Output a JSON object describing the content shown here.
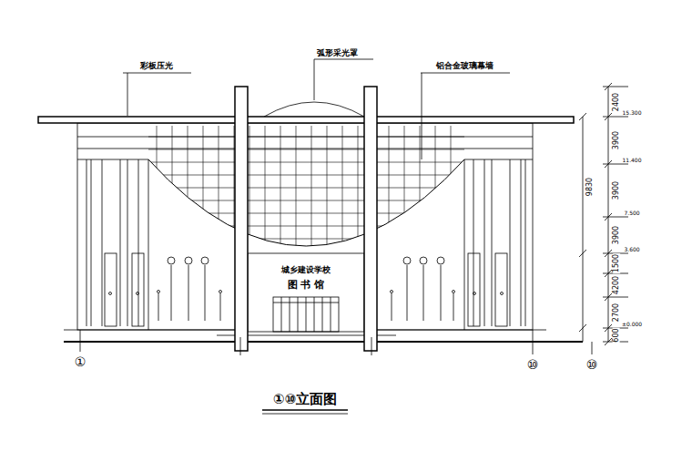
{
  "diagram": {
    "title": "①⑩立面图",
    "labels": [
      "彩板压光",
      "弧形采光罩",
      "铝合金玻璃幕墙",
      "城乡建设学校",
      "图 书 馆",
      "①",
      "⑩",
      "⑩",
      "2400",
      "3900",
      "3900",
      "3900",
      "1500",
      "4200",
      "2700",
      "600",
      "9830",
      "15.300",
      "11.400",
      "7.500",
      "3.600",
      "±0.000"
    ]
  }
}
